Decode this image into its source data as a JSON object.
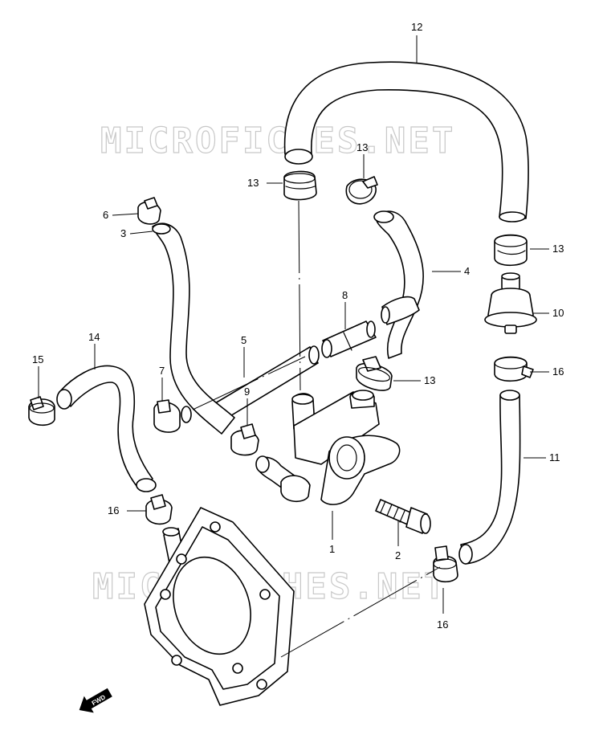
{
  "watermark": "MICROFICHES.NET",
  "fwd_label": "FWD",
  "callouts": {
    "p12": "12",
    "p13a": "13",
    "p13b": "13",
    "p13c": "13",
    "p13d": "13",
    "p6": "6",
    "p3": "3",
    "p4": "4",
    "p10": "10",
    "p8": "8",
    "p16a": "16",
    "p16b": "16",
    "p16c": "16",
    "p14": "14",
    "p15": "15",
    "p5": "5",
    "p7": "7",
    "p9": "9",
    "p11": "11",
    "p1": "1",
    "p2": "2"
  }
}
